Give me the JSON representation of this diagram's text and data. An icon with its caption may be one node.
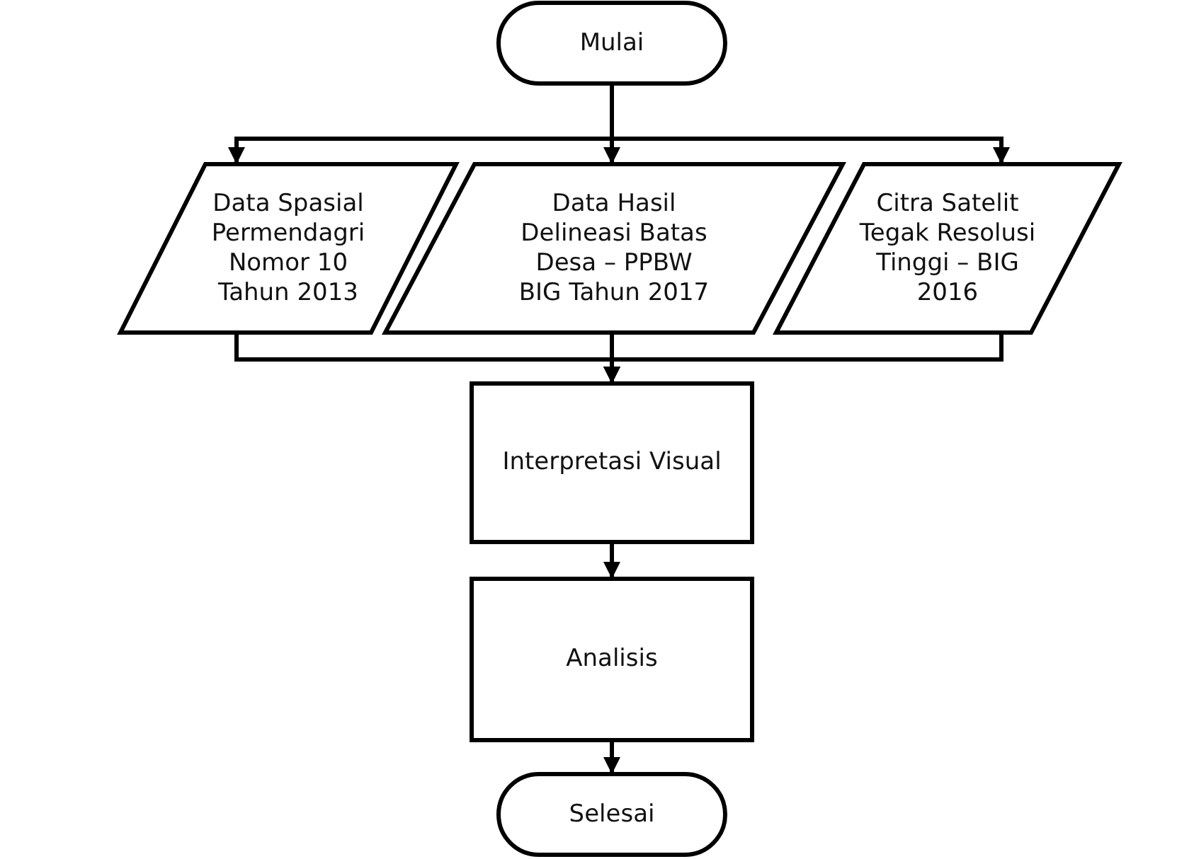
{
  "diagram": {
    "nodes": [
      {
        "text": [
          "Mulai"
        ]
      },
      {
        "text": [
          "Data Spasial Permendagri Nomor 10 Tahun 2013"
        ]
      },
      {
        "text": [
          "Data Hasil Delineasi Batas Desa – PPBW BIG Tahun 2017"
        ]
      },
      {
        "text": [
          "Citra Satelit Tegak Resolusi Tinggi – BIG 2016"
        ]
      },
      {
        "text": [
          "Interpretasi Visual"
        ]
      },
      {
        "text": [
          "Analisis"
        ]
      },
      {
        "text": [
          "Selesai"
        ]
      }
    ],
    "edges": [
      {
        "from": 0,
        "to": 1,
        "arrow": "to"
      },
      {
        "from": 0,
        "to": 2,
        "arrow": "to"
      },
      {
        "from": 0,
        "to": 3,
        "arrow": "to"
      },
      {
        "from": 1,
        "to": 4,
        "arrow": "to"
      },
      {
        "from": 2,
        "to": 4,
        "arrow": "to"
      },
      {
        "from": 3,
        "to": 4,
        "arrow": "to"
      },
      {
        "from": 4,
        "to": 5,
        "arrow": "to"
      },
      {
        "from": 5,
        "to": 6,
        "arrow": "to"
      }
    ]
  }
}
